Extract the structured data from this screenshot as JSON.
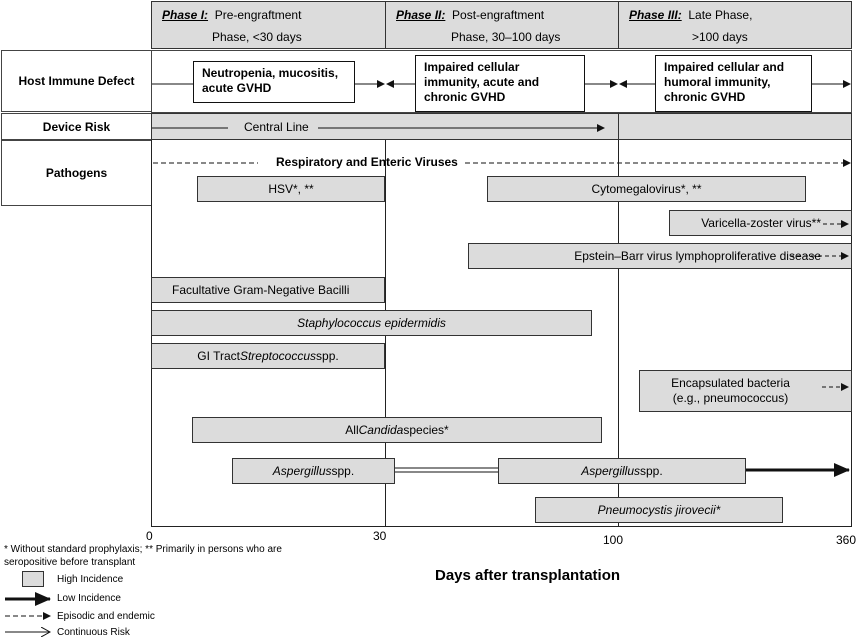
{
  "phases": [
    {
      "name": "Phase I:",
      "line1": "Pre-engraftment",
      "line2": "Phase, <30 days"
    },
    {
      "name": "Phase II:",
      "line1": "Post-engraftment",
      "line2": "Phase, 30–100 days"
    },
    {
      "name": "Phase III:",
      "line1": "Late Phase,",
      "line2": ">100 days"
    }
  ],
  "rows": {
    "host": "Host Immune Defect",
    "device": "Device Risk",
    "pathogens": "Pathogens"
  },
  "defects": [
    {
      "text": "Neutropenia, mucositis, acute GVHD"
    },
    {
      "text": "Impaired cellular immunity, acute and chronic GVHD"
    },
    {
      "text": "Impaired cellular and humoral immunity, chronic GVHD"
    }
  ],
  "device": {
    "central_line": "Central Line"
  },
  "viruses_label": "Respiratory and Enteric Viruses",
  "bars": {
    "hsv": "HSV*, **",
    "cmv": "Cytomegalovirus*, **",
    "vzv": "Varicella-zoster virus**",
    "ebv": "Epstein–Barr virus lymphoproliferative disease",
    "gram_neg": "Facultative Gram-Negative Bacilli",
    "staph": "Staphylococcus epidermidis",
    "strep_prefix": "GI Tract ",
    "strep_italic": "Streptococcus",
    "strep_suffix": " spp.",
    "encap1": "Encapsulated bacteria",
    "encap2": "(e.g., pneumococcus)",
    "candida_prefix": "All ",
    "candida_italic": "Candida",
    "candida_suffix": " species*",
    "asp_italic": "Aspergillus",
    "asp_suffix": " spp.",
    "pneumo": "Pneumocystis jirovecii*"
  },
  "axis": {
    "ticks": [
      "0",
      "30",
      "100",
      "360"
    ],
    "title": "Days after transplantation"
  },
  "footnote": "* Without standard prophylaxis; ** Primarily in persons who are seropositive before transplant",
  "legend": {
    "high": "High Incidence",
    "low": "Low Incidence",
    "episodic": "Episodic and endemic",
    "continuous": "Continuous Risk"
  }
}
